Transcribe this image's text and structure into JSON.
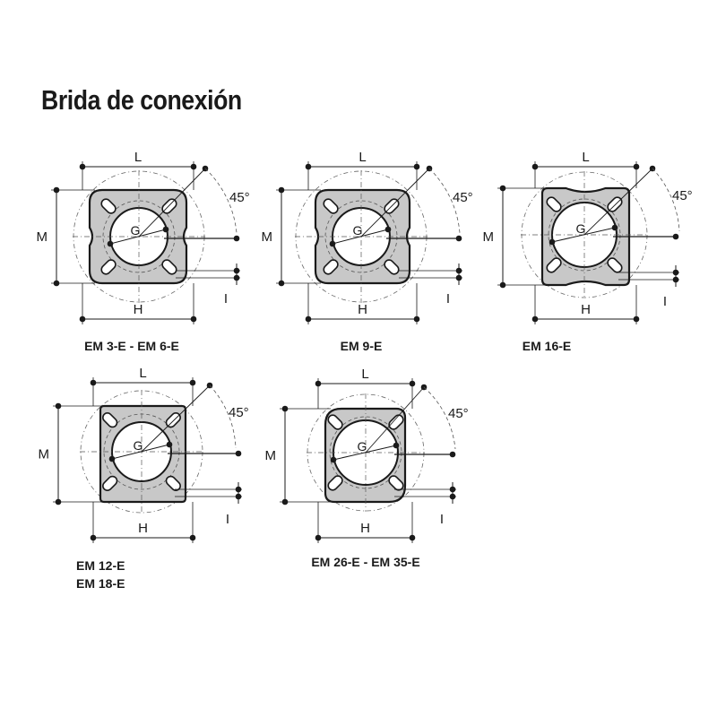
{
  "title": "Brida de conexión",
  "labels": {
    "L": "L",
    "M": "M",
    "H": "H",
    "I": "I",
    "G": "G",
    "angle": "45°"
  },
  "flanges": [
    {
      "id": "em3",
      "caption_lines": [
        "EM 3-E - EM 6-E"
      ]
    },
    {
      "id": "em9",
      "caption_lines": [
        "EM 9-E"
      ]
    },
    {
      "id": "em16",
      "caption_lines": [
        "EM 16-E"
      ]
    },
    {
      "id": "em12",
      "caption_lines": [
        "EM 12-E",
        "EM 18-E"
      ]
    },
    {
      "id": "em26",
      "caption_lines": [
        "EM 26-E - EM 35-E"
      ]
    }
  ],
  "colors": {
    "flange_fill": "#c8c8c8",
    "outline": "#1a1a1a",
    "background": "#ffffff"
  }
}
